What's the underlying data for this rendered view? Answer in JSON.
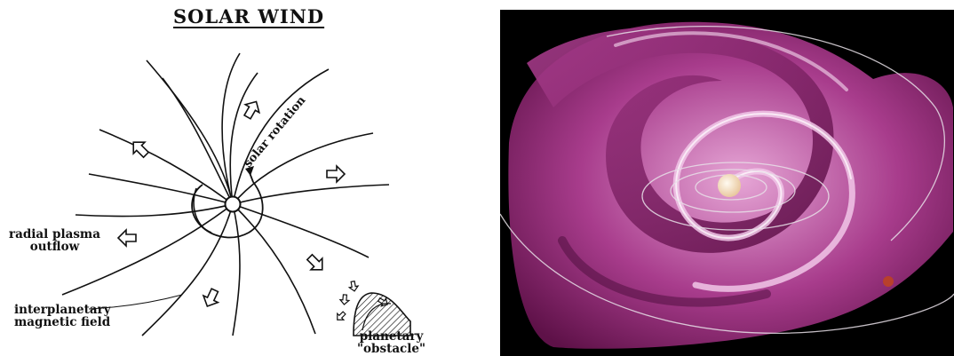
{
  "left_panel": {
    "title": "SOLAR WIND",
    "labels": {
      "solar_rotation": "solar rotation",
      "radial_plasma_line1": "radial plasma",
      "radial_plasma_line2": "outflow",
      "imf_line1": "interplanetary",
      "imf_line2": "magnetic field",
      "planet_line1": "planetary",
      "planet_line2": "\"obstacle\""
    }
  },
  "right_panel": {
    "colors": {
      "background": "#000000",
      "sheet_dark": "#5e1148",
      "sheet_mid": "#a83c8c",
      "sheet_light": "#e6a6d6",
      "sun": "#e9c9a0",
      "planet": "#b8402c"
    }
  }
}
